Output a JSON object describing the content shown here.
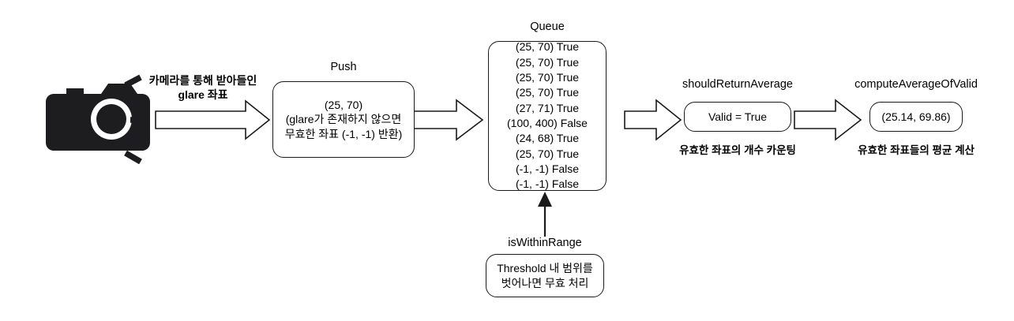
{
  "diagram": {
    "title": "Glare coordinate processing pipeline",
    "background_color": "#ffffff",
    "stroke_color": "#1a1a1a",
    "camera": {
      "icon_name": "camera-with-flash-icon"
    },
    "arrow_label": {
      "line1": "카메라를 통해 받아들인",
      "line2": "glare 좌표"
    },
    "nodes": {
      "push": {
        "title": "Push",
        "lines": [
          "(25, 70)",
          "(glare가  존재하지 않으면",
          "무효한 좌표 (-1, -1) 반환)"
        ]
      },
      "queue": {
        "title": "Queue",
        "entries": [
          "(25, 70) True",
          "(25, 70) True",
          "(25, 70) True",
          "(25, 70) True",
          "(27, 71) True",
          "(100, 400) False",
          "(24, 68) True",
          "(25, 70) True",
          "(-1, -1) False",
          "(-1, -1) False"
        ]
      },
      "should_return_average": {
        "title": "shouldReturnAverage",
        "value": "Valid = True",
        "caption": "유효한 좌표의 개수 카운팅"
      },
      "compute_average_of_valid": {
        "title": "computeAverageOfValid",
        "value": "(25.14, 69.86)",
        "caption": "유효한 좌표들의 평균 계산"
      },
      "is_within_range": {
        "title": "isWithinRange",
        "lines": [
          "Threshold 내 범위를",
          "벗어나면 무효 처리"
        ]
      }
    },
    "connectors": {
      "camera_to_push": "block-arrow-right",
      "push_to_queue": "block-arrow-right",
      "queue_to_should_return_average": "block-arrow-right",
      "should_to_compute": "block-arrow-right",
      "is_within_range_to_queue": "line-arrow-up"
    }
  }
}
